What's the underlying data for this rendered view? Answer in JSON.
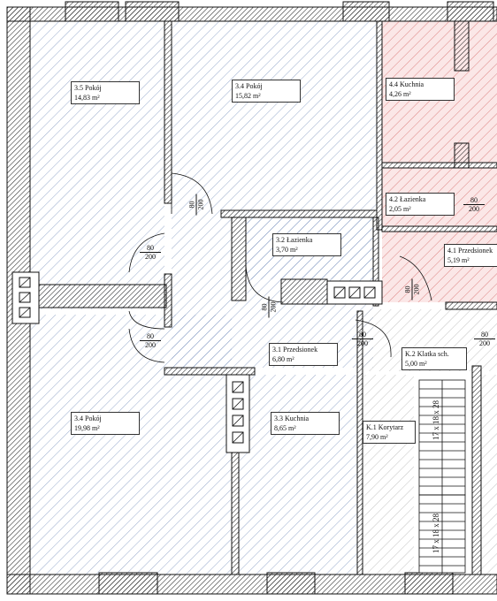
{
  "rooms": [
    {
      "id": "r35",
      "name": "3.5 Pokój",
      "area": "14,83 m²",
      "color": "#5577aa"
    },
    {
      "id": "r34a",
      "name": "3.4 Pokój",
      "area": "15,82 m²",
      "color": "#5577aa"
    },
    {
      "id": "r44",
      "name": "4.4 Kuchnia",
      "area": "4,26 m²",
      "color": "#cc4444"
    },
    {
      "id": "r42",
      "name": "4.2 Łazienka",
      "area": "2,05 m²",
      "color": "#cc4444"
    },
    {
      "id": "r41",
      "name": "4.1 Przedsionek",
      "area": "5,19 m²",
      "color": "#cc4444"
    },
    {
      "id": "r32",
      "name": "3.2 Łazienka",
      "area": "3,70 m²",
      "color": "#5577aa"
    },
    {
      "id": "r31",
      "name": "3.1 Przedsionek",
      "area": "6,80 m²",
      "color": "#5577aa"
    },
    {
      "id": "rk2",
      "name": "K.2 Klatka sch.",
      "area": "5,00 m²",
      "color": "#888888"
    },
    {
      "id": "r34b",
      "name": "3.4 Pokój",
      "area": "19,98 m²",
      "color": "#5577aa"
    },
    {
      "id": "r33",
      "name": "3.3 Kuchnia",
      "area": "8,65 m²",
      "color": "#5577aa"
    },
    {
      "id": "rk1",
      "name": "K.1 Korytarz",
      "area": "7,90 m²",
      "color": "#888888"
    }
  ],
  "doors": {
    "d1": {
      "w": "80",
      "h": "200"
    },
    "d2": {
      "w": "80",
      "h": "200"
    },
    "d3": {
      "w": "80",
      "h": "200"
    },
    "d4": {
      "w": "80",
      "h": "200"
    },
    "d5": {
      "w": "80",
      "h": "200"
    },
    "d6": {
      "w": "80",
      "h": "200"
    },
    "d7": {
      "w": "80",
      "h": "200"
    },
    "d8": {
      "w": "80",
      "h": "200"
    }
  },
  "stairs": {
    "upper": "17 x 18 x 28",
    "lower": "17 x 18 x 28"
  },
  "colors": {
    "wall_hatch": "#222222",
    "blue_hatch": "#6d86b8",
    "red_hatch": "#d05a5a",
    "grey_hatch": "#9a9a9a",
    "red_tint": "#fbe7e7"
  }
}
